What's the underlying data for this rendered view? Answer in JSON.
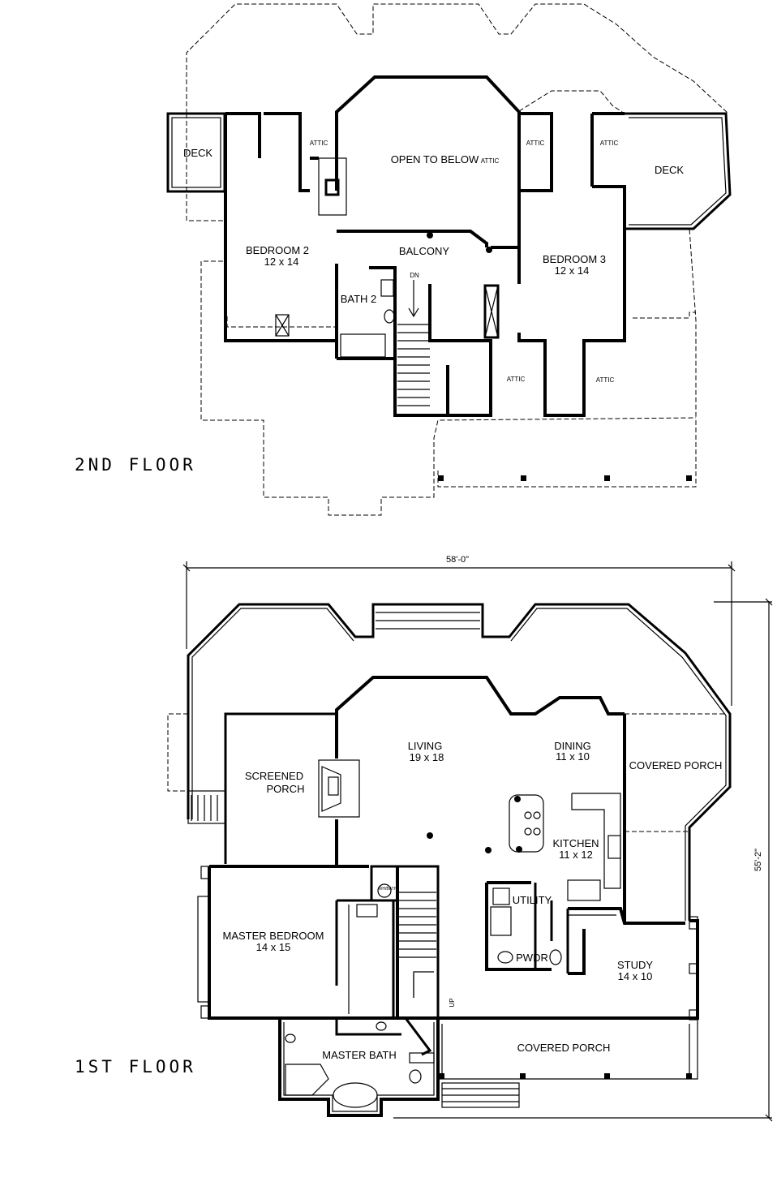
{
  "second_floor": {
    "title": "2ND FLOOR",
    "rooms": {
      "deck_left": "DECK",
      "deck_right": "DECK",
      "attic_1": "ATTIC",
      "attic_2": "ATTIC",
      "attic_3": "ATTIC",
      "attic_4": "ATTIC",
      "attic_5": "ATTIC",
      "attic_6": "ATTIC",
      "open_to_below": "OPEN TO BELOW",
      "bedroom2_name": "BEDROOM 2",
      "bedroom2_size": "12 x 14",
      "balcony": "BALCONY",
      "bedroom3_name": "BEDROOM 3",
      "bedroom3_size": "12 x 14",
      "bath2": "BATH 2",
      "dn": "DN"
    }
  },
  "first_floor": {
    "title": "1ST FLOOR",
    "width_dim": "58'-0\"",
    "depth_dim": "55'-2\"",
    "rooms": {
      "living_name": "LIVING",
      "living_size": "19 x 18",
      "dining_name": "DINING",
      "dining_size": "11 x 10",
      "covered_porch_right": "COVERED PORCH",
      "screened_porch_1": "SCREENED",
      "screened_porch_2": "PORCH",
      "kitchen_name": "KITCHEN",
      "kitchen_size": "11 x 12",
      "master_bedroom_name": "MASTER BEDROOM",
      "master_bedroom_size": "14 x 15",
      "utility": "UTILITY",
      "pwdr": "PWDR",
      "study_name": "STUDY",
      "study_size": "14 x 10",
      "master_bath": "MASTER BATH",
      "covered_porch_front": "COVERED PORCH",
      "up": "UP",
      "whirlpool": "WH/BATH"
    }
  }
}
